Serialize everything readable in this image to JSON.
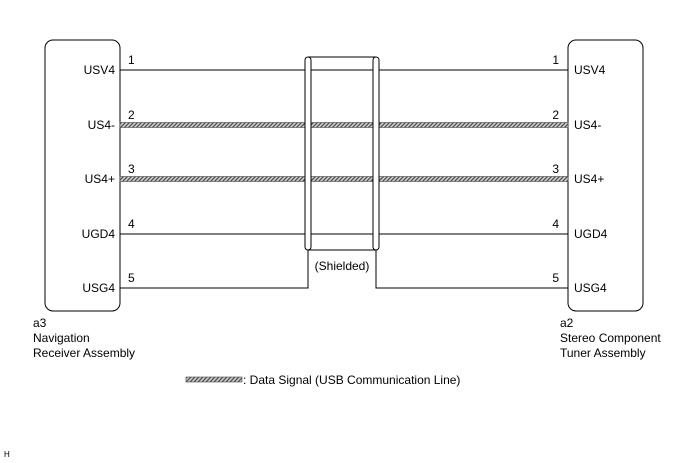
{
  "left_component": {
    "code": "a3",
    "name_line1": "Navigation",
    "name_line2": "Receiver Assembly",
    "pins": [
      {
        "num": "1",
        "name": "USV4",
        "data_signal": false
      },
      {
        "num": "2",
        "name": "US4-",
        "data_signal": true
      },
      {
        "num": "3",
        "name": "US4+",
        "data_signal": true
      },
      {
        "num": "4",
        "name": "UGD4",
        "data_signal": false
      },
      {
        "num": "5",
        "name": "USG4",
        "data_signal": false
      }
    ]
  },
  "right_component": {
    "code": "a2",
    "name_line1": "Stereo Component",
    "name_line2": "Tuner Assembly",
    "pins": [
      {
        "num": "1",
        "name": "USV4"
      },
      {
        "num": "2",
        "name": "US4-"
      },
      {
        "num": "3",
        "name": "US4+"
      },
      {
        "num": "4",
        "name": "UGD4"
      },
      {
        "num": "5",
        "name": "USG4"
      }
    ]
  },
  "shield_label": "(Shielded)",
  "legend_text": ": Data Signal (USB Communication Line)",
  "corner_mark": "H",
  "colors": {
    "line": "#000000",
    "hatch_dark": "#4a4a4a",
    "hatch_light": "#d0d0d0"
  }
}
